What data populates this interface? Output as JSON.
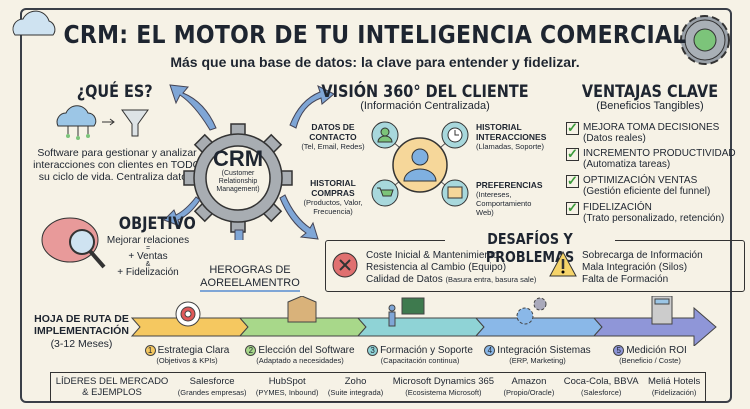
{
  "title": "CRM: EL MOTOR DE TU INTELIGENCIA COMERCIAL",
  "subtitle": "Más que una base de datos: la clave para entender y fidelizar.",
  "que_es": {
    "heading": "¿QUÉ ES?",
    "text": "Software para gestionar y analizar interacciones con clientes en TODO su ciclo de vida. Centraliza datos."
  },
  "crm": {
    "label": "CRM",
    "full": "(Customer Relationship Management)"
  },
  "objetivo": {
    "heading": "OBJETIVO",
    "line1": "Mejorar relaciones",
    "eq": "=",
    "line2": "+ Ventas",
    "amp": "&",
    "line3": "+ Fidelización"
  },
  "herogras": {
    "line1": "HEROGRAS DE",
    "line2": "AOREELAMENTRO"
  },
  "vision": {
    "heading": "VISIÓN 360° DEL CLIENTE",
    "sub": "(Información Centralizada)",
    "items": [
      {
        "title": "DATOS DE CONTACTO",
        "desc": "(Tel, Email, Redes)"
      },
      {
        "title": "HISTORIAL INTERACCIONES",
        "desc": "(Llamadas, Soporte)"
      },
      {
        "title": "HISTORIAL COMPRAS",
        "desc": "(Productos, Valor, Frecuencia)"
      },
      {
        "title": "PREFERENCIAS",
        "desc": "(Intereses, Comportamiento Web)"
      }
    ]
  },
  "ventajas": {
    "heading": "VENTAJAS CLAVE",
    "sub": "(Beneficios Tangibles)",
    "items": [
      {
        "title": "MEJORA TOMA DECISIONES",
        "desc": "(Datos reales)"
      },
      {
        "title": "INCREMENTO PRODUCTIVIDAD",
        "desc": "(Automatiza tareas)"
      },
      {
        "title": "OPTIMIZACIÓN VENTAS",
        "desc": "(Gestión eficiente del funnel)"
      },
      {
        "title": "FIDELIZACIÓN",
        "desc": "(Trato personalizado, retención)"
      }
    ]
  },
  "desafios": {
    "heading": "DESAFÍOS Y PROBLEMAS",
    "left": [
      "Coste Inicial & Mantenimiento",
      "Resistencia al Cambio (Equipo)",
      "Calidad de Datos"
    ],
    "left_note": "(Basura entra, basura sale)",
    "right": [
      "Sobrecarga de Información",
      "Mala Integración (Silos)",
      "Falta de Formación"
    ]
  },
  "roadmap": {
    "heading": "HOJA DE RUTA DE IMPLEMENTACIÓN",
    "duration": "(3-12 Meses)",
    "steps": [
      {
        "n": "1",
        "title": "Estrategia Clara",
        "desc": "(Objetivos & KPIs)",
        "color": "#f5c860"
      },
      {
        "n": "2",
        "title": "Elección del Software",
        "desc": "(Adaptado a necesidades)",
        "color": "#a8d88a"
      },
      {
        "n": "3",
        "title": "Formación y Soporte",
        "desc": "(Capacitación continua)",
        "color": "#8fd3d6"
      },
      {
        "n": "4",
        "title": "Integración Sistemas",
        "desc": "(ERP, Marketing)",
        "color": "#8ab8e8"
      },
      {
        "n": "5",
        "title": "Medición ROI",
        "desc": "(Beneficio / Coste)",
        "color": "#8f96d8"
      }
    ]
  },
  "leaders": {
    "heading1": "LÍDERES DEL MERCADO",
    "heading2": "& EJEMPLOS",
    "items": [
      {
        "name": "Salesforce",
        "desc": "(Grandes empresas)"
      },
      {
        "name": "HubSpot",
        "desc": "(PYMES, Inbound)"
      },
      {
        "name": "Zoho",
        "desc": "(Suite integrada)"
      },
      {
        "name": "Microsoft Dynamics 365",
        "desc": "(Ecosistema Microsoft)"
      },
      {
        "name": "Amazon",
        "desc": "(Propio/Oracle)"
      },
      {
        "name": "Coca-Cola, BBVA",
        "desc": "(Salesforce)"
      },
      {
        "name": "Meliá Hotels",
        "desc": "(Fidelización)"
      }
    ]
  }
}
